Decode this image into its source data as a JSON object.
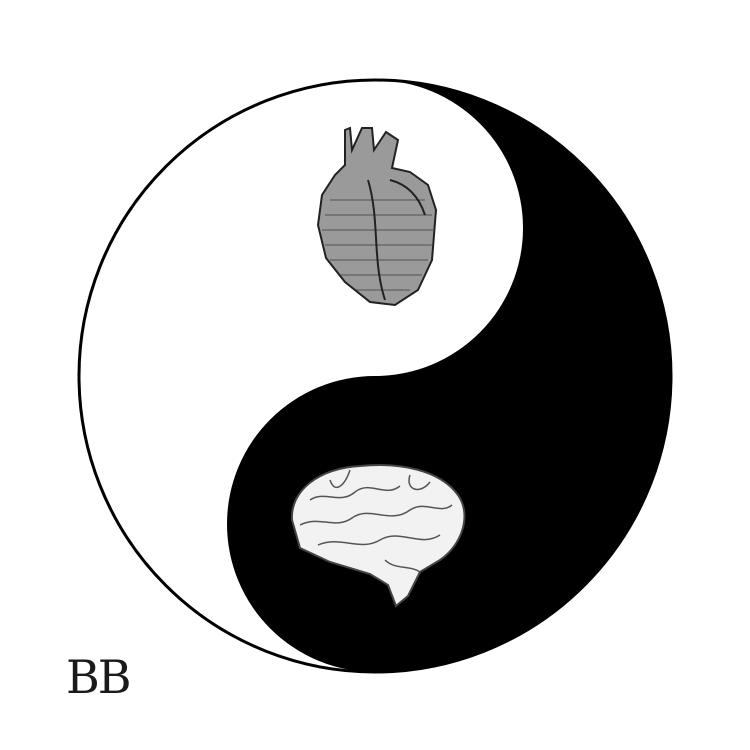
{
  "artwork": {
    "symbol": "yin-yang",
    "colors": {
      "light": "#ffffff",
      "dark": "#000000",
      "outline": "#000000"
    },
    "upper_emblem": "anatomical-heart",
    "lower_emblem": "human-brain",
    "signature": "BB"
  }
}
